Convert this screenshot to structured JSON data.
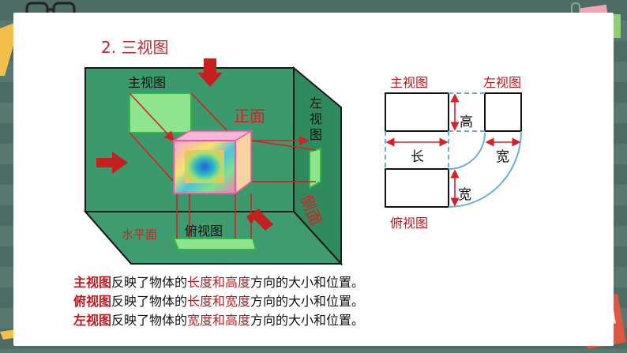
{
  "slide": {
    "title": "2. 三视图"
  },
  "box_diagram": {
    "front_view_label": "主视图",
    "front_face_label": "正面",
    "left_view_label": "左视图",
    "side_face_label": "侧面",
    "horizontal_plane_label": "水平面",
    "top_view_label": "俯视图"
  },
  "projection_diagram": {
    "front_view_label": "主视图",
    "left_view_label": "左视图",
    "top_view_label": "俯视图",
    "height_label": "高",
    "length_label": "长",
    "width_label_top": "宽",
    "width_label_bottom": "宽"
  },
  "summary": [
    {
      "view": "主视图",
      "mid": "反映了物体的",
      "dims": "长度和高度",
      "tail": "方向的大小和位置。"
    },
    {
      "view": "俯视图",
      "mid": "反映了物体的",
      "dims": "长度和宽度",
      "tail": "方向的大小和位置。"
    },
    {
      "view": "左视图",
      "mid": "反映了物体的",
      "dims": "宽度和高度",
      "tail": "方向的大小和位置。"
    }
  ],
  "colors": {
    "accent_red": "#c0171d",
    "box_green": "#2e8b5f",
    "panel_green": "#8be08b",
    "curve_blue": "#6aaed6"
  }
}
